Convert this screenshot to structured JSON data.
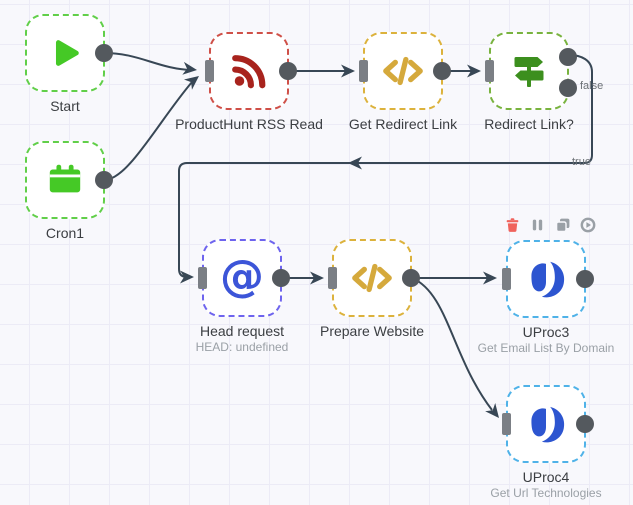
{
  "app": {
    "description": "n8n-style workflow editor canvas"
  },
  "nodes": [
    {
      "name": "Start",
      "icon": "play-icon",
      "kind": "trigger"
    },
    {
      "name": "Cron1",
      "icon": "calendar-icon",
      "kind": "trigger"
    },
    {
      "name": "ProductHunt RSS Read",
      "icon": "rss-icon"
    },
    {
      "name": "Get Redirect Link",
      "icon": "code-icon"
    },
    {
      "name": "Redirect Link?",
      "icon": "map-signs-icon",
      "output_labels": [
        "true",
        "false"
      ]
    },
    {
      "name": "Head request",
      "subtitle": "HEAD: undefined",
      "icon": "at-icon"
    },
    {
      "name": "Prepare Website",
      "icon": "code-icon"
    },
    {
      "name": "UProc3",
      "subtitle": "Get Email List By Domain",
      "icon": "uproc-logo-icon"
    },
    {
      "name": "UProc4",
      "subtitle": "Get Url Technologies",
      "icon": "uproc-logo-icon"
    }
  ],
  "wires": {
    "true_label": "true",
    "false_label": "false"
  },
  "toolbar": {
    "icons": [
      "delete",
      "pause",
      "duplicate",
      "execute"
    ]
  },
  "colors": {
    "canvas_bg": "#f8f8fc",
    "grid_line": "#ecebf6",
    "wire": "#384755",
    "output_endpoint": "#54595e",
    "input_endpoint": "#7b7f85",
    "trigger_border_green": "#61cf49",
    "trigger_icon_green": "#45c926",
    "rss_border_red": "#cf5048",
    "rss_icon_red": "#a8231d",
    "code_border_gold": "#dcb23c",
    "code_icon_gold": "#d5a93c",
    "if_border_green": "#79b33f",
    "if_icon_green": "#3c8f1e",
    "http_border_indigo": "#6e64ee",
    "at_icon_blue": "#3c55d8",
    "uproc_border_sky": "#4fb2e8",
    "uproc_logo_blue": "#2d55d0",
    "trash_red": "#f0635c",
    "toolbar_gray": "#9aa0a6",
    "label_text": "#3b3e42",
    "subtitle_text": "#9aa0a6",
    "port_label_text": "#6b7075"
  }
}
